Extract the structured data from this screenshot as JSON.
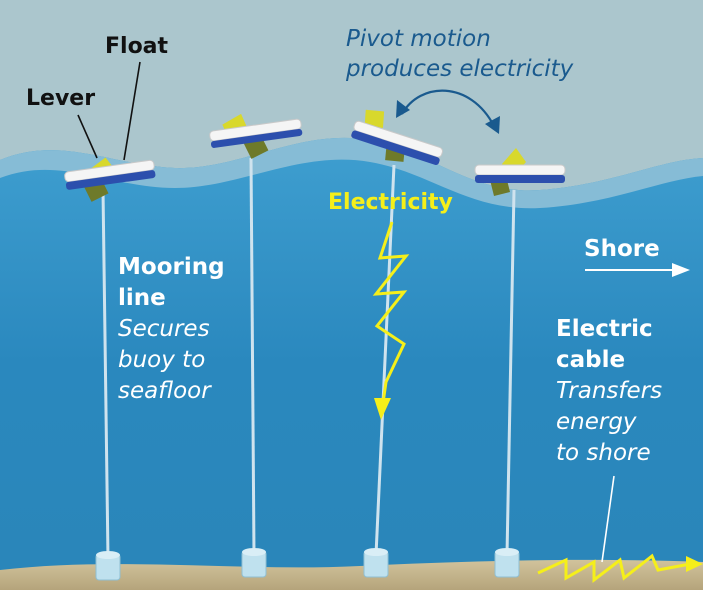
{
  "labels": {
    "float": "Float",
    "lever": "Lever",
    "pivot_motion_line1": "Pivot motion",
    "pivot_motion_line2": "produces electricity",
    "electricity": "Electricity",
    "shore": "Shore",
    "mooring_line_title1": "Mooring",
    "mooring_line_title2": "line",
    "mooring_line_desc1": "Secures",
    "mooring_line_desc2": "buoy to",
    "mooring_line_desc3": "seafloor",
    "electric_cable_title1": "Electric",
    "electric_cable_title2": "cable",
    "electric_cable_desc1": "Transfers",
    "electric_cable_desc2": "energy",
    "electric_cable_desc3": "to shore"
  },
  "colors": {
    "sky": "#a9c4cc",
    "sea": "#2d8fc4",
    "wave_crest": "#7fb7d4",
    "seafloor": "#c7b891",
    "electricity": "#f5ef1a",
    "float_top": "#f4f4f4",
    "float_band": "#2b4fae",
    "lever": "#d6d62a",
    "pivot_text": "#1a5a8e"
  }
}
